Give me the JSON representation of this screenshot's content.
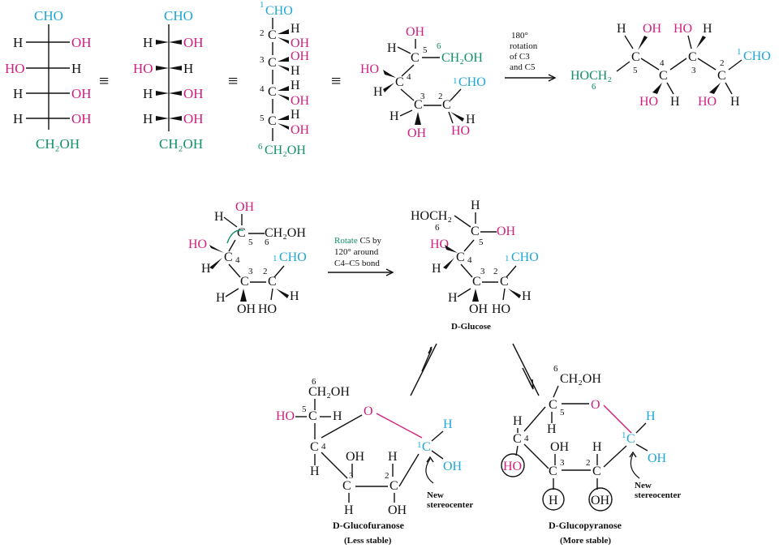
{
  "colors": {
    "black": "#111111",
    "magenta": "#d21f7d",
    "cyan": "#1ba7d8",
    "green": "#0f9067"
  },
  "fischer": {
    "top": "CHO",
    "rows": [
      {
        "left": "H",
        "right": "OH"
      },
      {
        "left": "HO",
        "right": "H"
      },
      {
        "left": "H",
        "right": "OH"
      },
      {
        "left": "H",
        "right": "OH"
      }
    ],
    "bottom": "CH₂OH"
  },
  "equiv_symbol": "≡",
  "vertical": {
    "top": "CHO",
    "top_num": "1",
    "carbons": [
      {
        "num": "2",
        "c": "C",
        "right_top": "H",
        "right_bot": "OH"
      },
      {
        "num": "3",
        "c": "C",
        "right_top": "OH",
        "right_bot": "H"
      },
      {
        "num": "4",
        "c": "C",
        "right_top": "H",
        "right_bot": "OH"
      },
      {
        "num": "5",
        "c": "C",
        "right_top": "H",
        "right_bot": "OH"
      }
    ],
    "bottom_num": "6",
    "bottom": "CH₂OH"
  },
  "curled": {
    "oh_top": "OH",
    "h_left": "H",
    "c5": "C",
    "n5": "5",
    "n6": "6",
    "ch2oh": "CH₂OH",
    "ho": "HO",
    "c4": "C",
    "n4": "4",
    "h4": "H",
    "n1": "1",
    "cho": "CHO",
    "c3": "C",
    "n3": "3",
    "c2": "C",
    "n2": "2",
    "h3": "H",
    "oh3": "OH",
    "h2": "H",
    "ho2": "HO"
  },
  "rotation_label": [
    "180°",
    "rotation",
    "of C3",
    "and C5"
  ],
  "zigzag": {
    "hoch2": "HOCH₂",
    "n6": "6",
    "c5": "C",
    "n5": "5",
    "h5": "H",
    "oh5": "OH",
    "c4": "C",
    "n4": "4",
    "ho4": "HO",
    "h4": "H",
    "c3": "C",
    "n3": "3",
    "ho3": "HO",
    "h3": "H",
    "c2": "C",
    "n2": "2",
    "ho2": "HO",
    "h2": "H",
    "n1": "1",
    "cho": "CHO"
  },
  "rotate_label": {
    "green": "Rotate",
    "rest1": " C5 by",
    "line2": "120° around",
    "line3": "C4–C5 bond"
  },
  "dglucose_label": "D-Glucose",
  "furanose": {
    "name": "D-Glucofuranose",
    "stability": "(Less stable)",
    "new_stereo_1": "New",
    "new_stereo_2": "stereocenter"
  },
  "pyranose": {
    "name": "D-Glucopyranose",
    "stability": "(More stable)",
    "new_stereo_1": "New",
    "new_stereo_2": "stereocenter"
  },
  "atoms": {
    "O": "O",
    "C": "C",
    "H": "H",
    "OH": "OH",
    "HO": "HO",
    "CH2OH": "CH₂OH",
    "HOCH2": "HOCH₂"
  }
}
